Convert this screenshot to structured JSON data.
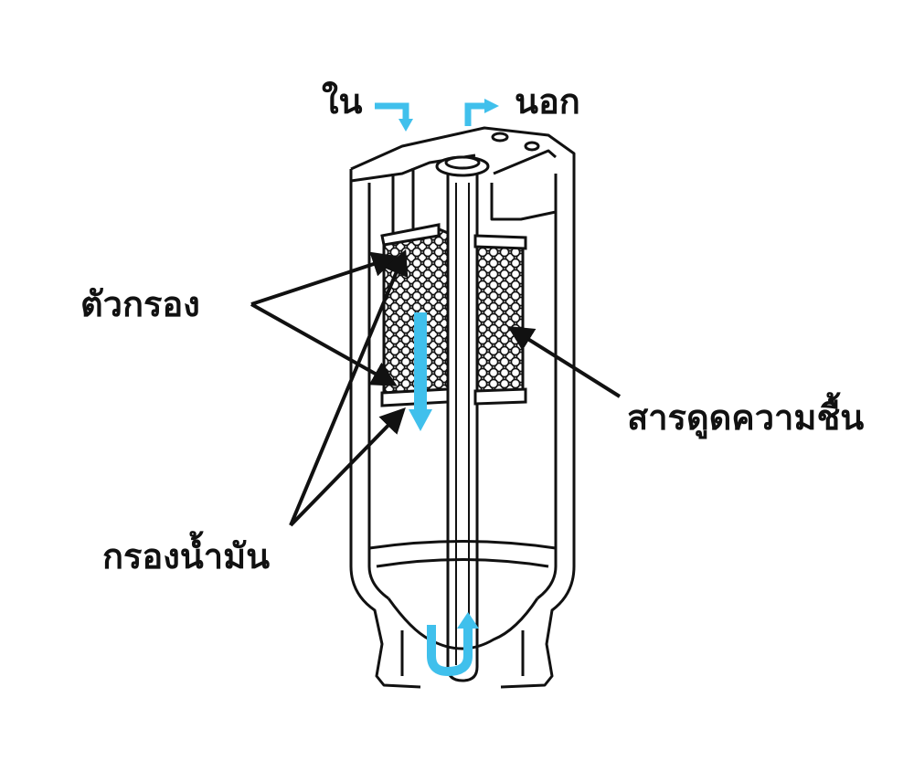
{
  "labels": {
    "in": "ใน",
    "out": "นอก",
    "filter": "ตัวกรอง",
    "desiccant": "สารดูดความชื้น",
    "oil_filter": "กรองน้ำมัน"
  },
  "colors": {
    "flow_arrow": "#40c0ec",
    "line_art": "#111111",
    "background": "#ffffff"
  }
}
